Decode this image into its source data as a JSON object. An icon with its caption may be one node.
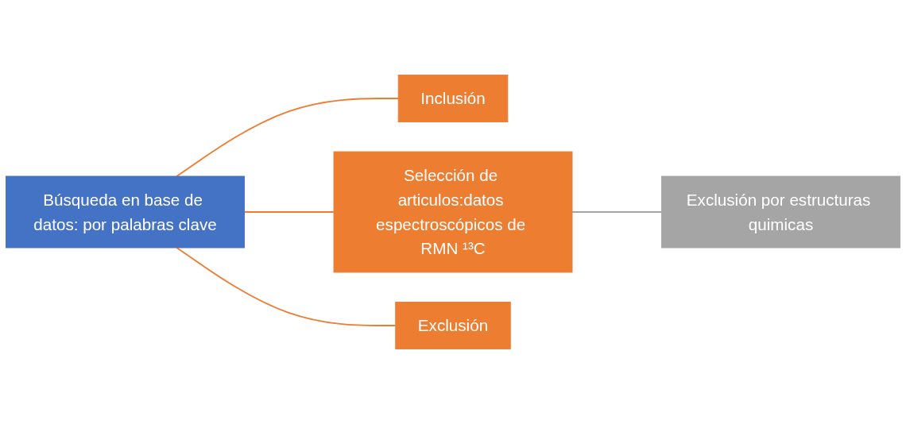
{
  "diagram": {
    "nodes": [
      {
        "text": [
          "Búsqueda en base de datos: por palabras clave"
        ]
      },
      {
        "text": [
          "Inclusión"
        ]
      },
      {
        "text": [
          "Selección de articulos:datos espectroscópicos de RMN ¹³C"
        ]
      },
      {
        "text": [
          "Exclusión"
        ]
      },
      {
        "text": [
          "Exclusión por estructuras quimicas"
        ]
      }
    ],
    "edges": [
      {
        "from": 0,
        "to": 1,
        "arrow": "none"
      },
      {
        "from": 0,
        "to": 2,
        "arrow": "none"
      },
      {
        "from": 0,
        "to": 3,
        "arrow": "none"
      },
      {
        "from": 2,
        "to": 4,
        "arrow": "none",
        "color": "#a5a5a5"
      }
    ]
  }
}
